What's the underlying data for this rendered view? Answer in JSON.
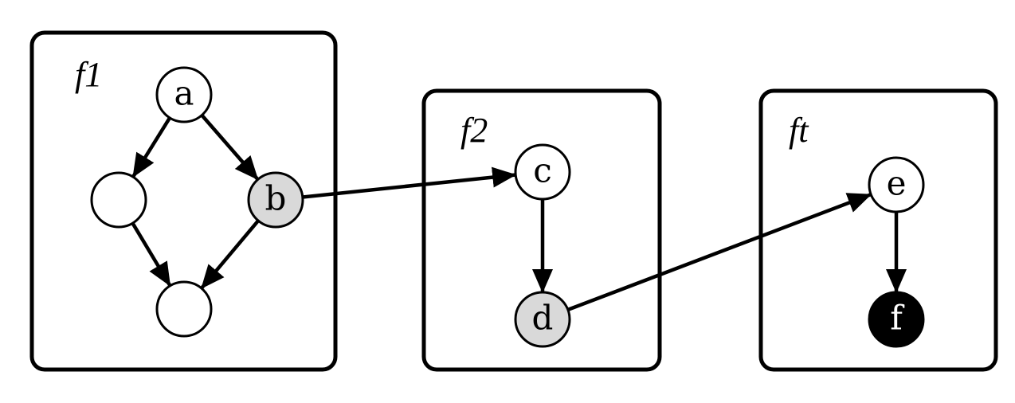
{
  "frames": [
    {
      "id": "f1",
      "label": "f1"
    },
    {
      "id": "f2",
      "label": "f2"
    },
    {
      "id": "ft",
      "label": "ft"
    }
  ],
  "nodes": [
    {
      "id": "a",
      "label": "a",
      "frame": "f1",
      "fill": "#ffffff"
    },
    {
      "id": "left",
      "label": "",
      "frame": "f1",
      "fill": "#ffffff"
    },
    {
      "id": "b",
      "label": "b",
      "frame": "f1",
      "fill": "#d9d9d9"
    },
    {
      "id": "bottom",
      "label": "",
      "frame": "f1",
      "fill": "#ffffff"
    },
    {
      "id": "c",
      "label": "c",
      "frame": "f2",
      "fill": "#ffffff"
    },
    {
      "id": "d",
      "label": "d",
      "frame": "f2",
      "fill": "#d9d9d9"
    },
    {
      "id": "e",
      "label": "e",
      "frame": "ft",
      "fill": "#ffffff"
    },
    {
      "id": "f",
      "label": "f",
      "frame": "ft",
      "fill": "#000000"
    }
  ],
  "edges": [
    {
      "from": "a",
      "to": "left"
    },
    {
      "from": "a",
      "to": "b"
    },
    {
      "from": "left",
      "to": "bottom"
    },
    {
      "from": "b",
      "to": "bottom"
    },
    {
      "from": "b",
      "to": "c"
    },
    {
      "from": "c",
      "to": "d"
    },
    {
      "from": "d",
      "to": "e"
    },
    {
      "from": "e",
      "to": "f"
    }
  ]
}
